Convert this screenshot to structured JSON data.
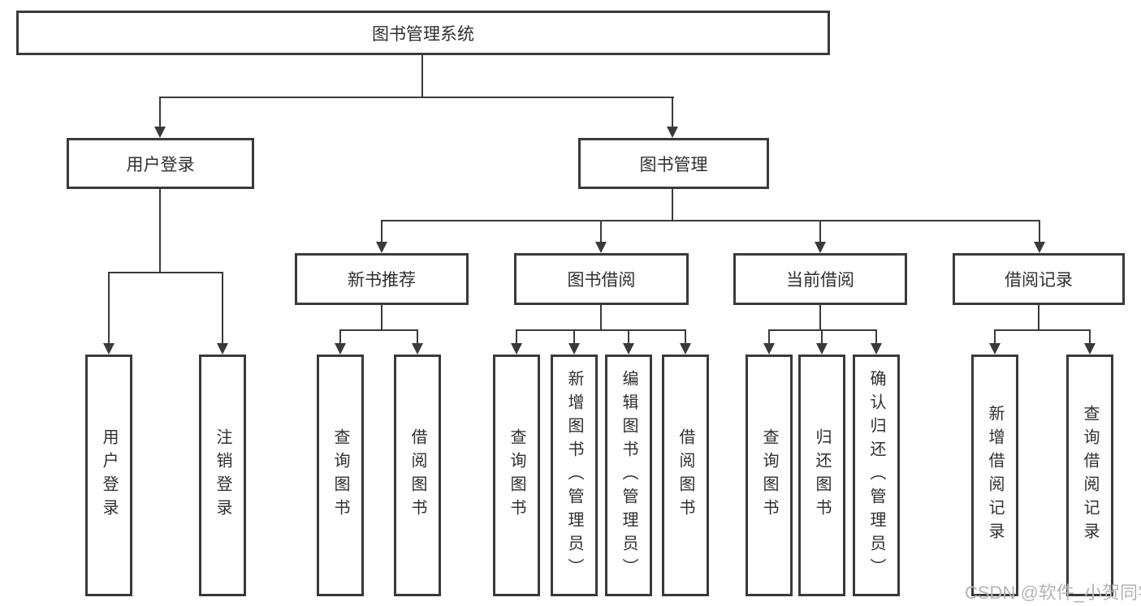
{
  "colors": {
    "line": "#3a3a3a",
    "text": "#2f2f2f",
    "watermark": "#b5b5b5",
    "background": "#ffffff"
  },
  "watermark": {
    "text": "CSDN @软件_小贺同学"
  },
  "diagram": {
    "root": {
      "label": "图书管理系统"
    },
    "branches": [
      {
        "label": "用户登录",
        "children": [
          {
            "label": "用户登录"
          },
          {
            "label": "注销登录"
          }
        ]
      },
      {
        "label": "图书管理",
        "children": [
          {
            "label": "新书推荐",
            "children": [
              {
                "label": "查询图书"
              },
              {
                "label": "借阅图书"
              }
            ]
          },
          {
            "label": "图书借阅",
            "children": [
              {
                "label": "查询图书"
              },
              {
                "label": "新增图书（管理员）"
              },
              {
                "label": "编辑图书（管理员）"
              },
              {
                "label": "借阅图书"
              }
            ]
          },
          {
            "label": "当前借阅",
            "children": [
              {
                "label": "查询图书"
              },
              {
                "label": "归还图书"
              },
              {
                "label": "确认归还（管理员）"
              }
            ]
          },
          {
            "label": "借阅记录",
            "children": [
              {
                "label": "新增借阅记录"
              },
              {
                "label": "查询借阅记录"
              }
            ]
          }
        ]
      }
    ]
  }
}
